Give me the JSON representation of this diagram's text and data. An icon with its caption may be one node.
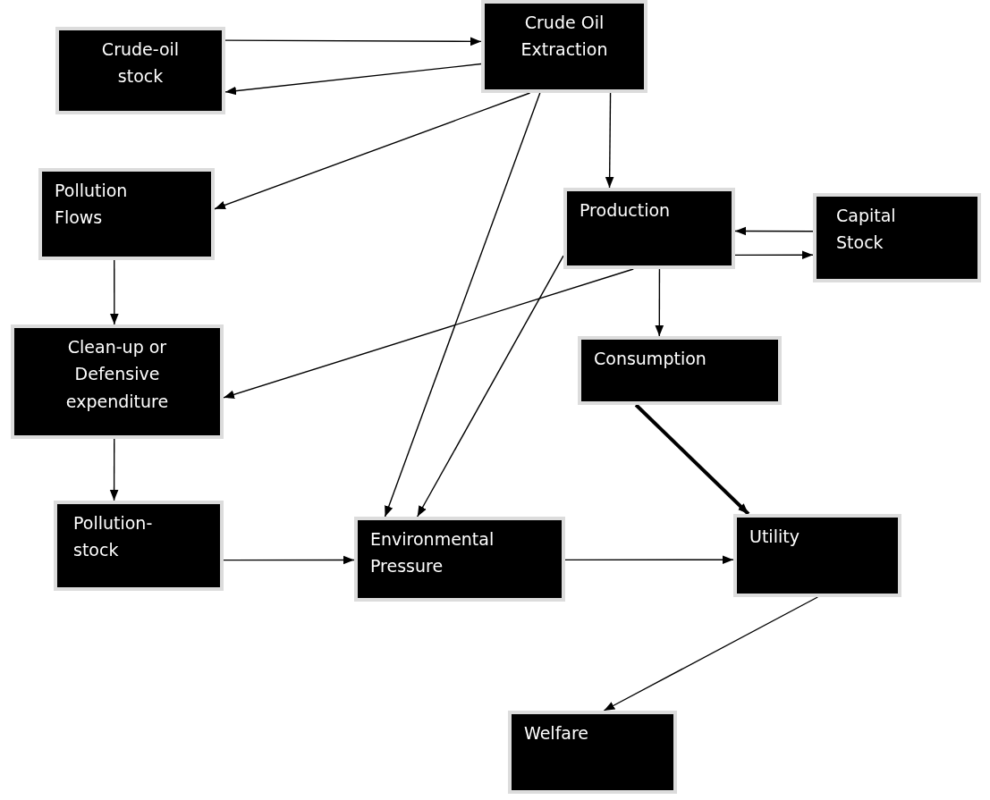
{
  "diagram": {
    "nodes": [
      {
        "text": [
          "Crude-oil stock"
        ]
      },
      {
        "text": [
          "Crude Oil Extraction"
        ]
      },
      {
        "text": [
          "Pollution Flows"
        ]
      },
      {
        "text": [
          "Production"
        ]
      },
      {
        "text": [
          "Capital Stock"
        ]
      },
      {
        "text": [
          "Clean-up or Defensive expenditure"
        ]
      },
      {
        "text": [
          "Consumption"
        ]
      },
      {
        "text": [
          "Pollution-stock"
        ]
      },
      {
        "text": [
          "Environmental Pressure"
        ]
      },
      {
        "text": [
          "Utility"
        ]
      },
      {
        "text": [
          "Welfare"
        ]
      }
    ],
    "edges": [
      {
        "from": 0,
        "to": 1,
        "arrow": "to"
      },
      {
        "from": 1,
        "to": 0,
        "arrow": "to"
      },
      {
        "from": 1,
        "to": 2,
        "arrow": "to"
      },
      {
        "from": 1,
        "to": 8,
        "arrow": "to"
      },
      {
        "from": 1,
        "to": 3,
        "arrow": "to"
      },
      {
        "from": 4,
        "to": 3,
        "arrow": "to"
      },
      {
        "from": 3,
        "to": 4,
        "arrow": "to"
      },
      {
        "from": 3,
        "to": 8,
        "arrow": "to"
      },
      {
        "from": 3,
        "to": 5,
        "arrow": "to"
      },
      {
        "from": 3,
        "to": 6,
        "arrow": "to"
      },
      {
        "from": 2,
        "to": 5,
        "arrow": "to"
      },
      {
        "from": 5,
        "to": 7,
        "arrow": "to"
      },
      {
        "from": 7,
        "to": 8,
        "arrow": "to"
      },
      {
        "from": 6,
        "to": 9,
        "arrow": "to",
        "style": "thick"
      },
      {
        "from": 8,
        "to": 9,
        "arrow": "to"
      },
      {
        "from": 9,
        "to": 10,
        "arrow": "to"
      }
    ]
  }
}
